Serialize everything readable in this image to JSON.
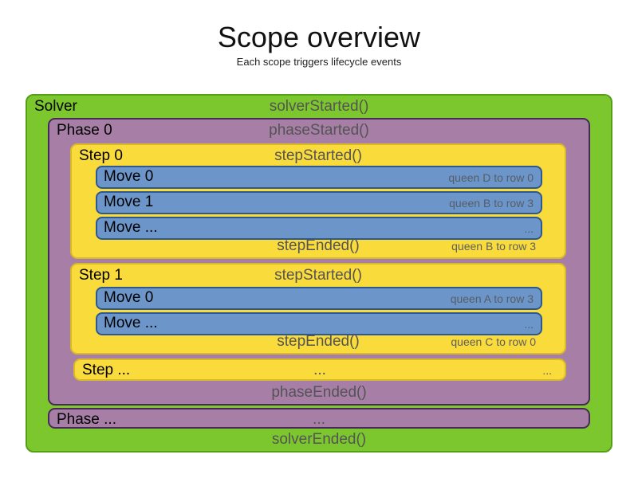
{
  "title": "Scope overview",
  "subtitle": "Each scope triggers lifecycle events",
  "colors": {
    "solver_fill": "#7cc72e",
    "solver_border": "#54a018",
    "phase_fill": "#a67ea6",
    "phase_border": "#472a56",
    "step_fill": "#f9db3c",
    "step_border": "#d9b92a",
    "move_fill": "#6c96c9",
    "move_border": "#2e598f",
    "event_text": "#545454",
    "annotation_text": "#5e5e5e"
  },
  "solver": {
    "label": "Solver",
    "start_event": "solverStarted()",
    "end_event": "solverEnded()",
    "phase0": {
      "label": "Phase 0",
      "start_event": "phaseStarted()",
      "end_event": "phaseEnded()",
      "steps": [
        {
          "label": "Step 0",
          "start_event": "stepStarted()",
          "end_event": "stepEnded()",
          "end_annotation": "queen B to row 3",
          "moves": [
            {
              "label": "Move 0",
              "annotation": "queen D to row 0"
            },
            {
              "label": "Move 1",
              "annotation": "queen B to row 3"
            },
            {
              "label": "Move ...",
              "annotation": "..."
            }
          ]
        },
        {
          "label": "Step 1",
          "start_event": "stepStarted()",
          "end_event": "stepEnded()",
          "end_annotation": "queen C to row 0",
          "moves": [
            {
              "label": "Move 0",
              "annotation": "queen A to row 3"
            },
            {
              "label": "Move ...",
              "annotation": "..."
            }
          ]
        }
      ],
      "step_more": {
        "label": "Step ...",
        "center": "...",
        "right": "..."
      }
    },
    "phase_more": {
      "label": "Phase ...",
      "center": "..."
    }
  }
}
